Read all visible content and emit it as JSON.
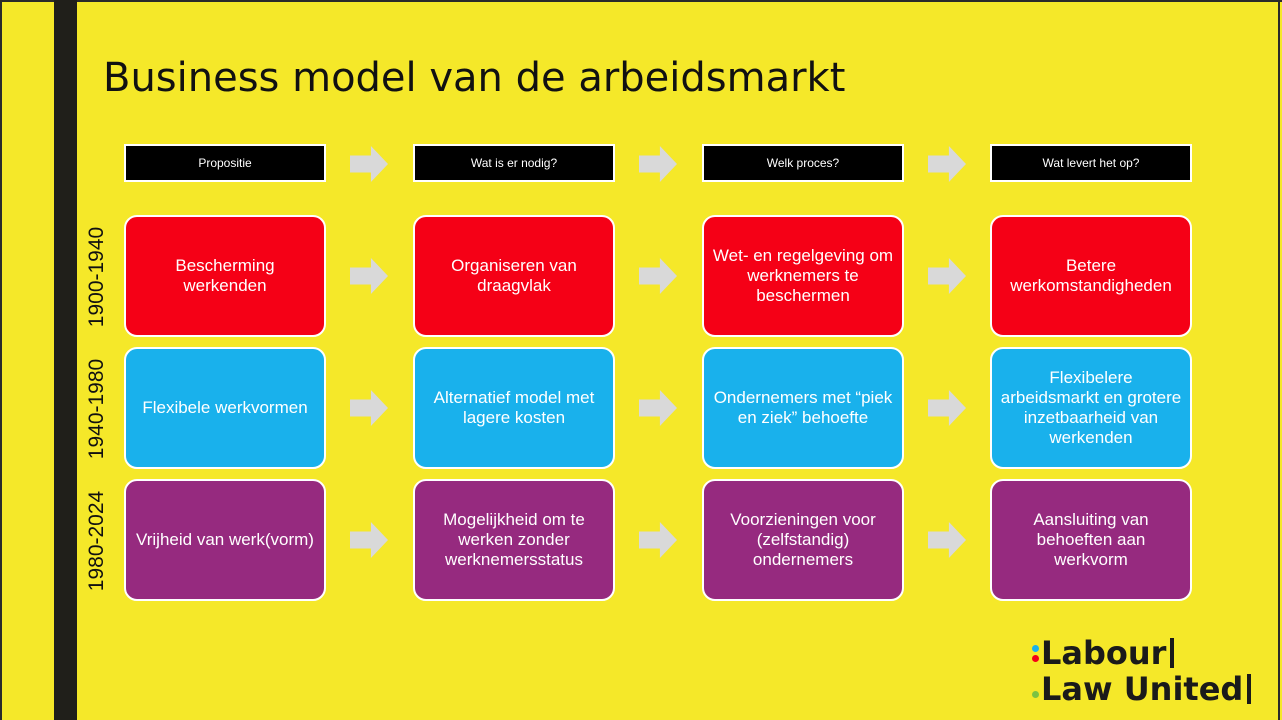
{
  "title": "Business model van de arbeidsmarkt",
  "headers": [
    "Propositie",
    "Wat is er nodig?",
    "Welk proces?",
    "Wat levert het op?"
  ],
  "rows": [
    {
      "era": "1900-1940",
      "color": "#f50016",
      "cells": [
        "Bescherming werkenden",
        "Organiseren van draagvlak",
        "Wet- en regelgeving om werknemers te beschermen",
        "Betere werkomstandigheden"
      ]
    },
    {
      "era": "1940-1980",
      "color": "#19b1ec",
      "cells": [
        "Flexibele werkvormen",
        "Alternatief model met lagere kosten",
        "Ondernemers met “piek en ziek” behoefte",
        "Flexibelere arbeidsmarkt en grotere inzetbaarheid van werkenden"
      ]
    },
    {
      "era": "1980-2024",
      "color": "#962a7f",
      "cells": [
        "Vrijheid van werk(vorm)",
        "Mogelijkheid om te werken zonder werknemersstatus",
        "Voorzieningen voor (zelfstandig) ondernemers",
        "Aansluiting van behoeften aan werkvorm"
      ]
    }
  ],
  "logo": {
    "line1": "Labour",
    "line2": "Law United",
    "dot_colors": [
      "#19b1ec",
      "#f50016",
      "#962a7f",
      "#f5e829",
      "#7cc242"
    ]
  },
  "colors": {
    "background": "#f5e829",
    "header_bg": "#000000",
    "arrow": "#d9d9d9"
  }
}
